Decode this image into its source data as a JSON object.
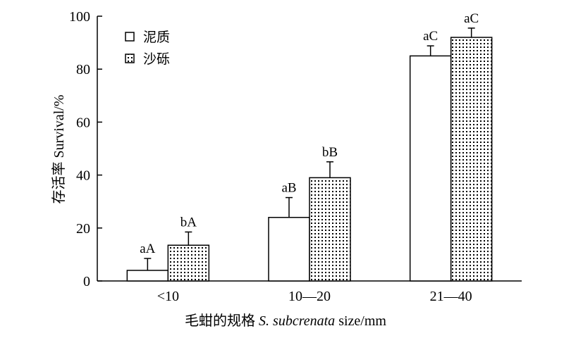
{
  "chart_data": {
    "type": "bar",
    "categories": [
      "<10",
      "10—20",
      "21—40"
    ],
    "series": [
      {
        "name": "泥质",
        "fill": "#ffffff",
        "pattern": "none",
        "values": [
          4,
          24,
          85
        ],
        "errors": [
          4.5,
          7.5,
          3.8
        ],
        "labels": [
          "aA",
          "aB",
          "aC"
        ]
      },
      {
        "name": "沙砾",
        "fill": "#ffffff",
        "pattern": "dots",
        "values": [
          13.5,
          39,
          92
        ],
        "errors": [
          5,
          6,
          3.5
        ],
        "labels": [
          "bA",
          "bB",
          "aC"
        ]
      }
    ],
    "ylim": [
      0,
      100
    ],
    "yticks": [
      0,
      20,
      40,
      60,
      80,
      100
    ],
    "ylabel": "存活率 Survival/%",
    "xlabel": {
      "prefix": "毛蚶的规格 ",
      "species": "S. subcrenata",
      "suffix": " size/mm"
    },
    "legend_position": "top-left",
    "grid": false
  }
}
